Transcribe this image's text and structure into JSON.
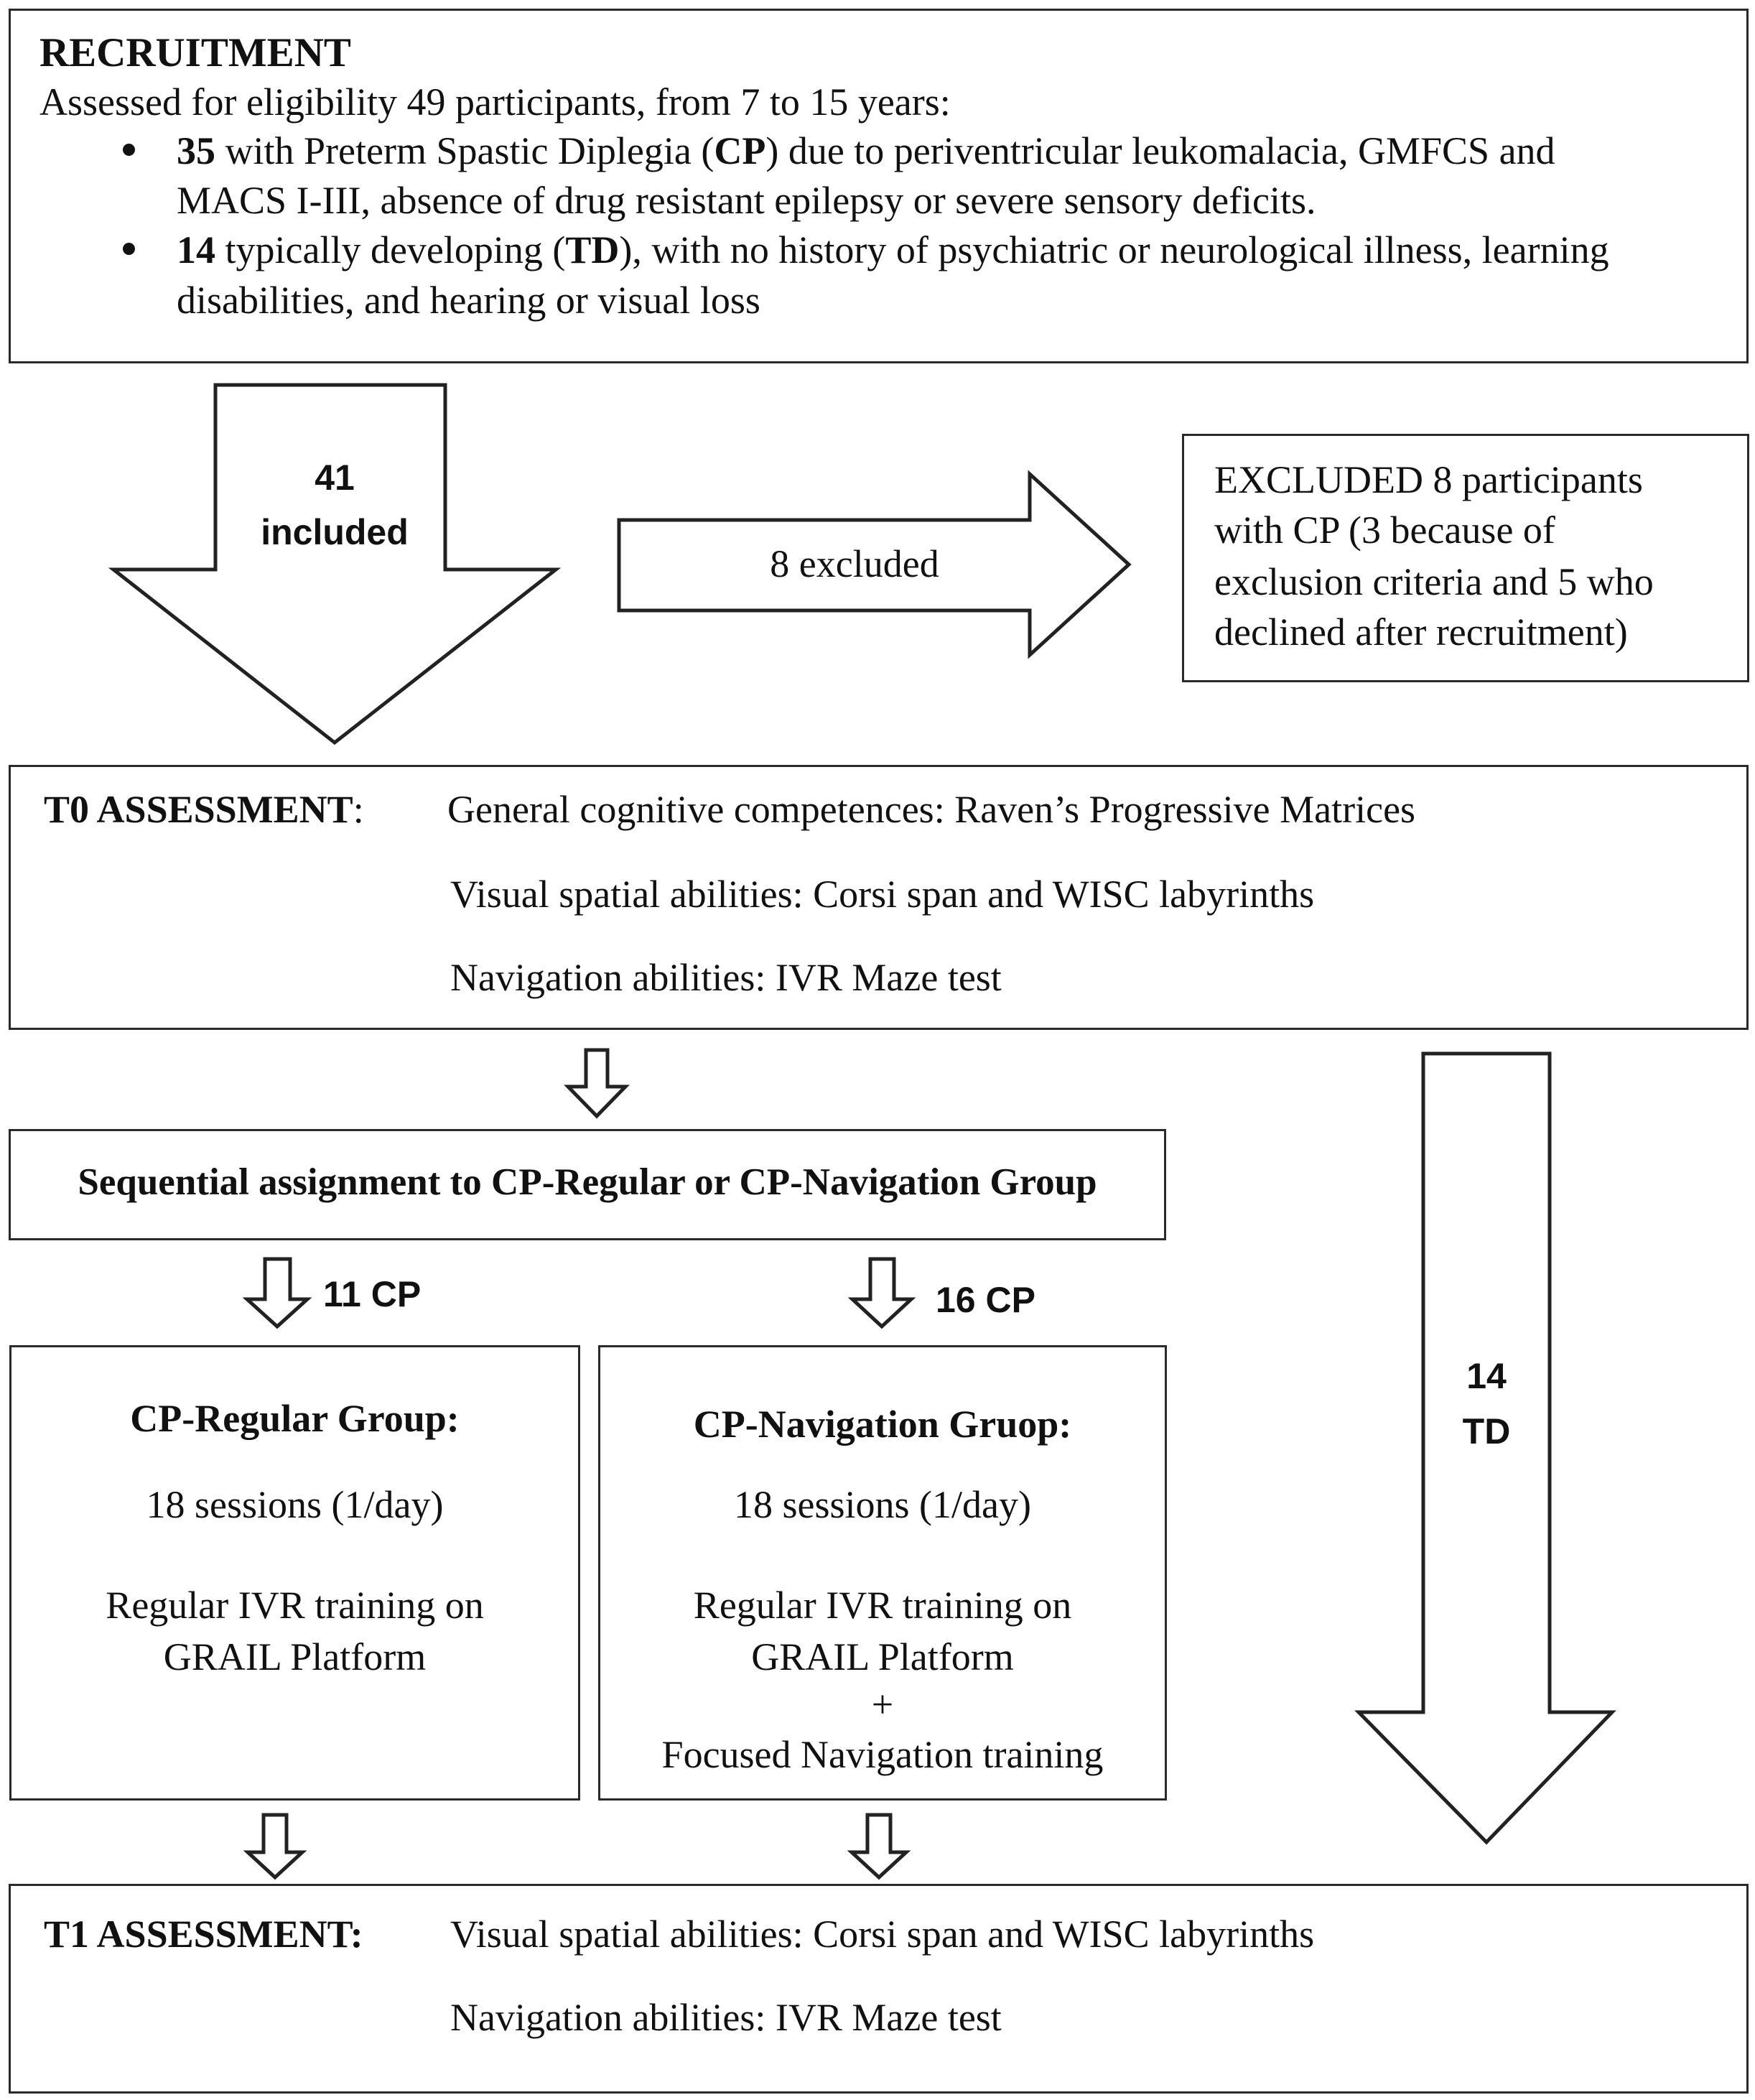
{
  "recruitment": {
    "title": "RECRUITMENT",
    "assessed": "Assessed for eligibility 49 participants, from 7 to 15 years:",
    "cp_count": "35",
    "cp_text_a": " with Preterm Spastic Diplegia  (",
    "cp_abbr": "CP",
    "cp_text_b": ")  due to periventricular leukomalacia, GMFCS and",
    "cp_line2": "MACS I-III, absence of drug resistant epilepsy or severe sensory deficits.",
    "td_count": "14",
    "td_text_a": " typically developing (",
    "td_abbr": "TD",
    "td_text_b": "), with no history of psychiatric or neurological illness, learning",
    "td_line2": "disabilities, and hearing or visual loss"
  },
  "flow": {
    "included_line1": "41",
    "included_line2": "included",
    "excluded_arrow": "8 excluded",
    "td_arrow_line1": "14",
    "td_arrow_line2": "TD",
    "regular_count": "11 CP",
    "navigation_count": "16 CP"
  },
  "excluded_box": {
    "line1": "EXCLUDED 8 participants",
    "line2": "with CP (3 because of",
    "line3": "exclusion criteria and 5 who",
    "line4": "declined after recruitment)"
  },
  "t0": {
    "label": "T0 ASSESSMENT",
    "colon": ":",
    "line1": "General cognitive competences: Raven’s Progressive Matrices",
    "line2": "Visual spatial abilities: Corsi span and WISC labyrinths",
    "line3": "Navigation abilities: IVR Maze test"
  },
  "assignment": {
    "label": "Sequential assignment to CP-Regular or CP-Navigation Group"
  },
  "regular_group": {
    "title": "CP-Regular Group:",
    "sessions": "18 sessions (1/day)",
    "training1": "Regular IVR training on",
    "training2": "GRAIL Platform"
  },
  "navigation_group": {
    "title": "CP-Navigation Gruop:",
    "sessions": "18 sessions (1/day)",
    "training1": "Regular IVR training on",
    "training2": "GRAIL Platform",
    "plus": "+",
    "training3": "Focused Navigation training"
  },
  "t1": {
    "label": "T1 ASSESSMENT:",
    "line1": "Visual spatial abilities: Corsi span and WISC labyrinths",
    "line2": "Navigation abilities: IVR Maze test"
  }
}
